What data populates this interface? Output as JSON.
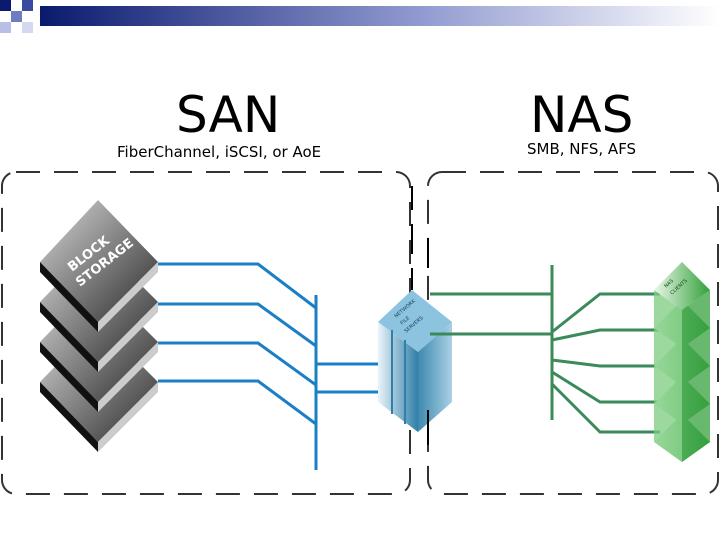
{
  "slide": {
    "san": {
      "title": "SAN",
      "protocols": "FiberChannel, iSCSI, or AoE",
      "storage_label_line1": "BLOCK",
      "storage_label_line2": "STORAGE"
    },
    "nas": {
      "title": "NAS",
      "protocols": "SMB, NFS, AFS"
    },
    "server": {
      "label_line1": "NETWORK",
      "label_line2": "FILE",
      "label_line3": "SERVERS"
    },
    "clients": {
      "label_line1": "NAS",
      "label_line2": "CLIENTS"
    }
  },
  "colors": {
    "accent_blue": "#1a7fc4",
    "accent_green": "#3a8a5a",
    "deco_navy": "#0a1a6e",
    "dash": "#333333"
  }
}
